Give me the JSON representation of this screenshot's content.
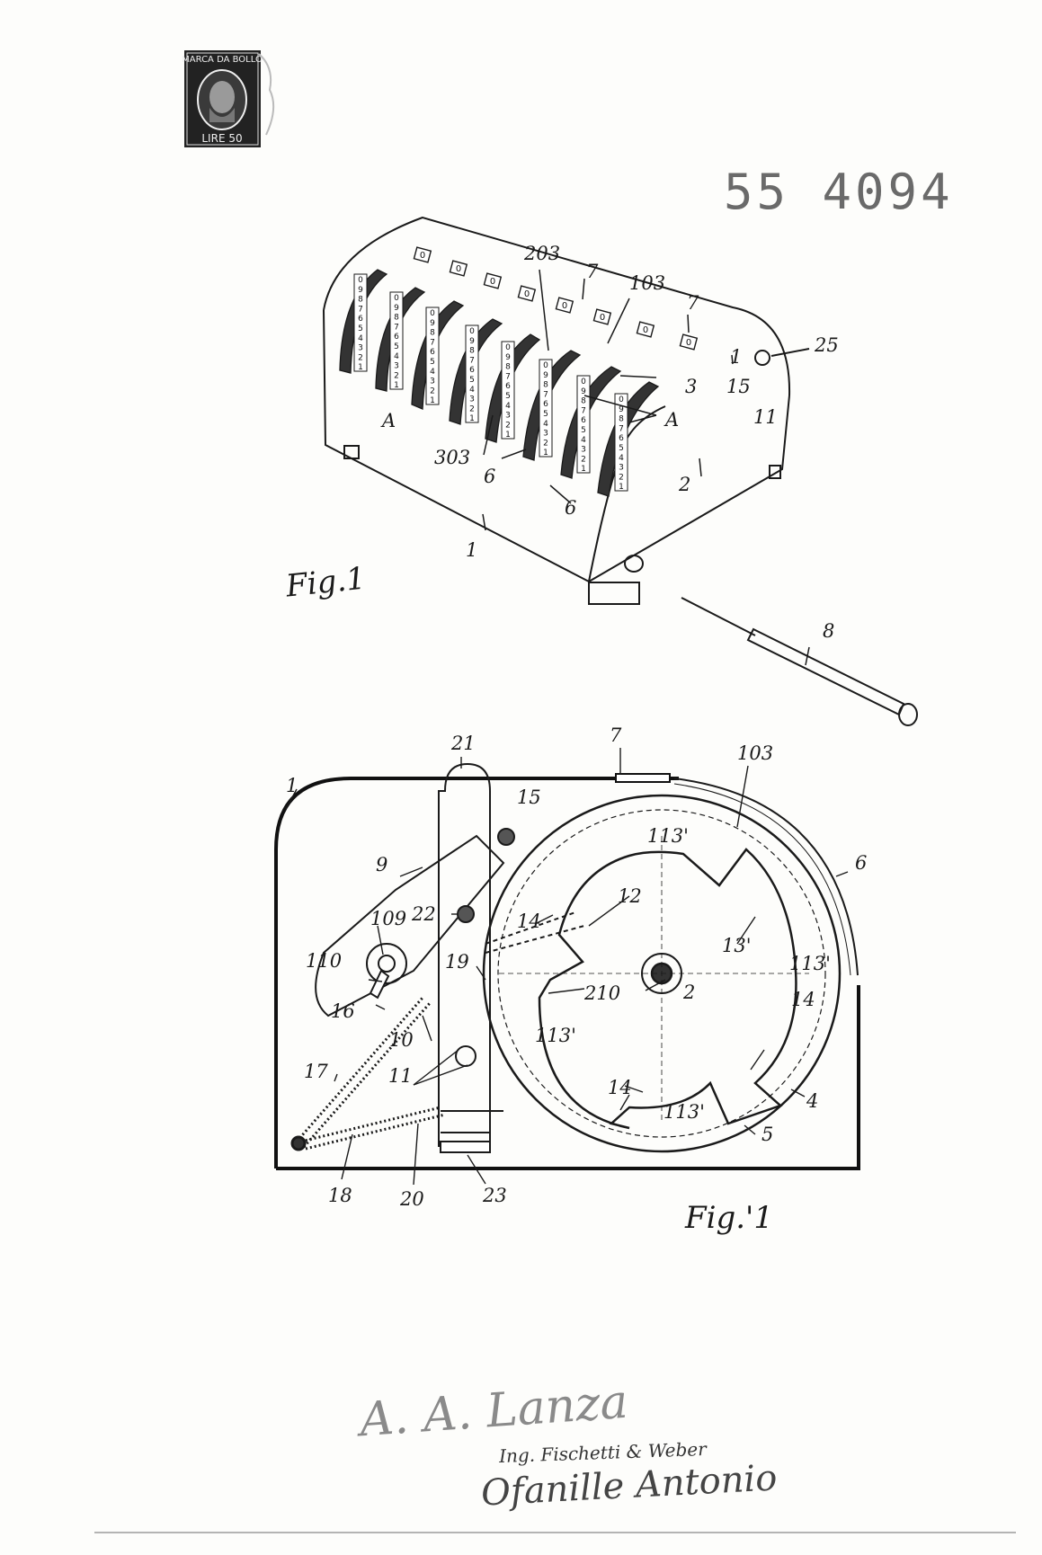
{
  "stamp": {
    "top_text": "MARCA DA BOLLO",
    "bottom_text": "LIRE 50"
  },
  "patent_number": "55 4094",
  "fig1": {
    "caption": "Fig.1",
    "refs": {
      "r203": "203",
      "r7a": "7",
      "r103": "103",
      "r7b": "7",
      "r25": "25",
      "r1a": "1",
      "r15": "15",
      "r3": "3",
      "rA1": "A",
      "rA2": "A",
      "r11": "11",
      "r303": "303",
      "r6a": "6",
      "r2": "2",
      "r6b": "6",
      "r1b": "1",
      "r8": "8"
    },
    "drum_digits": [
      "0",
      "9",
      "8",
      "7",
      "6",
      "5",
      "4",
      "3",
      "2",
      "1"
    ],
    "window_digit": "0"
  },
  "fig2": {
    "caption": "Fig.'1",
    "refs": {
      "r21": "21",
      "r7": "7",
      "r103": "103",
      "r1": "1",
      "r15": "15",
      "r113a": "113'",
      "r6": "6",
      "r9": "9",
      "r12": "12",
      "r22": "22",
      "r14a": "14",
      "r109": "109",
      "r13": "13'",
      "r110": "110",
      "r19": "19",
      "r113b": "113'",
      "r2": "2",
      "r210": "210",
      "r16": "16",
      "r14b": "14",
      "r113c": "113'",
      "r10": "10",
      "r17": "17",
      "r11": "11",
      "r14c": "14",
      "r4": "4",
      "r113d": "113'",
      "r5": "5",
      "r18": "18",
      "r20": "20",
      "r23": "23"
    }
  },
  "signature": {
    "line1": "A. A. Lanza",
    "line2": "Ing. Fischetti & Weber",
    "line3": "Ofanille Antonio"
  }
}
